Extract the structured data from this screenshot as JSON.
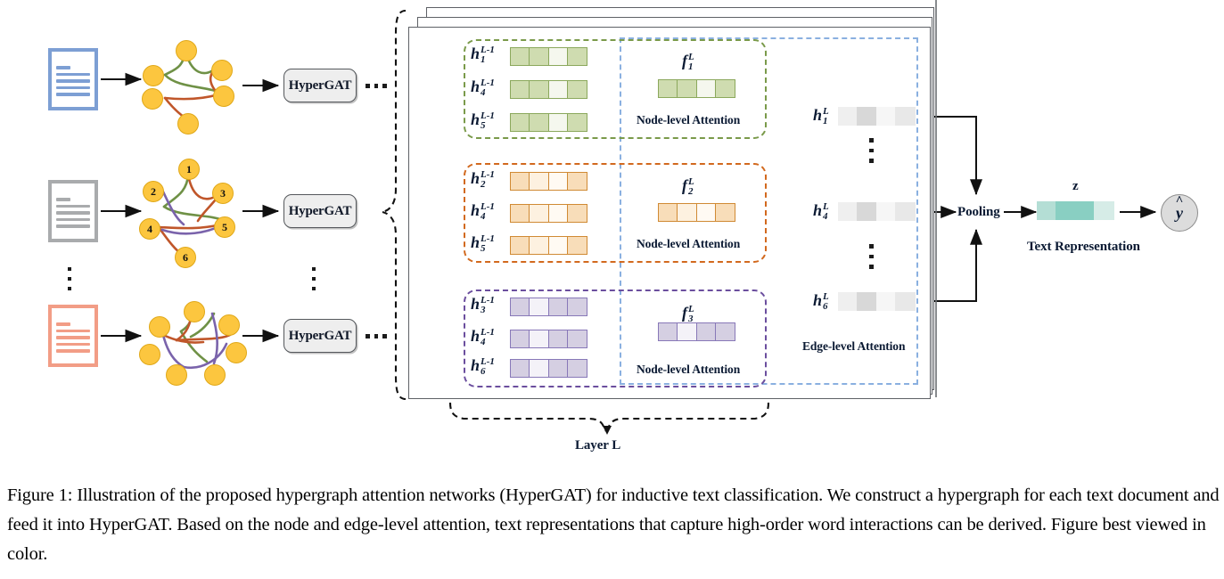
{
  "figure": {
    "caption": "Figure 1: Illustration of the proposed hypergraph attention networks (HyperGAT) for inductive text classification. We construct a hypergraph for each text document and feed it into HyperGAT. Based on the node and edge-level attention, text representations that capture high-order word interactions can be derived. Figure best viewed in color.",
    "caption_label": "Figure 1:"
  },
  "pipeline": {
    "hypergat_label": "HyperGAT",
    "hypergat_boxes": [
      "HyperGAT",
      "HyperGAT",
      "HyperGAT"
    ],
    "documents": [
      {
        "name": "document-blue",
        "color": "#7d9fd4"
      },
      {
        "name": "document-gray",
        "color": "#a9abad"
      },
      {
        "name": "document-orange",
        "color": "#f29d86"
      }
    ],
    "graph_node_labels": [
      "1",
      "2",
      "3",
      "4",
      "5",
      "6"
    ],
    "ellipsis": "…"
  },
  "layers": {
    "layer_label": "Layer L",
    "node_attention_label": "Node-level Attention",
    "edge_attention_label": "Edge-level Attention",
    "pooling_label": "Pooling",
    "text_representation_label": "Text Representation",
    "z_label": "z",
    "yhat_label": "y"
  },
  "groups": [
    {
      "name": "green-hyperedge",
      "color": "#7a9a4a",
      "cell_border": "#8ba85c",
      "inputs": [
        {
          "base": "h",
          "sub": "1",
          "sup": "L-1",
          "cells": [
            "#cfdcb0",
            "#cfdcb0",
            "#f5f7ee",
            "#cfdcb0"
          ]
        },
        {
          "base": "h",
          "sub": "4",
          "sup": "L-1",
          "cells": [
            "#cfdcb0",
            "#cfdcb0",
            "#f5f7ee",
            "#cfdcb0"
          ]
        },
        {
          "base": "h",
          "sub": "5",
          "sup": "L-1",
          "cells": [
            "#cfdcb0",
            "#cfdcb0",
            "#f5f7ee",
            "#cfdcb0"
          ]
        }
      ],
      "output": {
        "base": "f",
        "sub": "1",
        "sup": "L",
        "cells": [
          "#cfdcb0",
          "#cfdcb0",
          "#f5f7ee",
          "#cfdcb0"
        ]
      }
    },
    {
      "name": "orange-hyperedge",
      "color": "#d2691e",
      "cell_border": "#d08a34",
      "inputs": [
        {
          "base": "h",
          "sub": "2",
          "sup": "L-1",
          "cells": [
            "#f8ddb9",
            "#fdf1e0",
            "#fffaf3",
            "#f8ddb9"
          ]
        },
        {
          "base": "h",
          "sub": "4",
          "sup": "L-1",
          "cells": [
            "#f8ddb9",
            "#fdf1e0",
            "#fffaf3",
            "#f8ddb9"
          ]
        },
        {
          "base": "h",
          "sub": "5",
          "sup": "L-1",
          "cells": [
            "#f8ddb9",
            "#fdf1e0",
            "#fffaf3",
            "#f8ddb9"
          ]
        }
      ],
      "output": {
        "base": "f",
        "sub": "2",
        "sup": "L",
        "cells": [
          "#f8ddb9",
          "#fdf1e0",
          "#fffaf3",
          "#f8ddb9"
        ]
      }
    },
    {
      "name": "purple-hyperedge",
      "color": "#6b4e9e",
      "cell_border": "#8878b8",
      "inputs": [
        {
          "base": "h",
          "sub": "3",
          "sup": "L-1",
          "cells": [
            "#d5cfe2",
            "#f4f2f8",
            "#d5cfe2",
            "#d5cfe2"
          ]
        },
        {
          "base": "h",
          "sub": "4",
          "sup": "L-1",
          "cells": [
            "#d5cfe2",
            "#f4f2f8",
            "#d5cfe2",
            "#d5cfe2"
          ]
        },
        {
          "base": "h",
          "sub": "6",
          "sup": "L-1",
          "cells": [
            "#d5cfe2",
            "#f4f2f8",
            "#d5cfe2",
            "#d5cfe2"
          ]
        }
      ],
      "output": {
        "base": "f",
        "sub": "3",
        "sup": "L",
        "cells": [
          "#d5cfe2",
          "#f4f2f8",
          "#d5cfe2",
          "#d5cfe2"
        ]
      }
    }
  ],
  "node_outputs": [
    {
      "base": "h",
      "sub": "1",
      "sup": "L",
      "cells": [
        "#efefef",
        "#d8d8d8",
        "#f6f6f6",
        "#e8e8e8"
      ]
    },
    {
      "base": "h",
      "sub": "4",
      "sup": "L",
      "cells": [
        "#efefef",
        "#d8d8d8",
        "#f6f6f6",
        "#e8e8e8"
      ]
    },
    {
      "base": "h",
      "sub": "6",
      "sup": "L",
      "cells": [
        "#efefef",
        "#d8d8d8",
        "#f6f6f6",
        "#e8e8e8"
      ]
    }
  ],
  "z_vector": {
    "cells": [
      "#b4ded5",
      "#89cfc2",
      "#89cfc2",
      "#d6ece7"
    ]
  },
  "colors": {
    "node_fill": "#fcc63f",
    "node_stroke": "#e0a818",
    "edge_green": "#6f9146",
    "edge_orange": "#c0562a",
    "edge_purple": "#7a63ab",
    "arrow": "#111111",
    "frame": "#5e6166",
    "edge_dash_blue": "#8ab0e0"
  }
}
